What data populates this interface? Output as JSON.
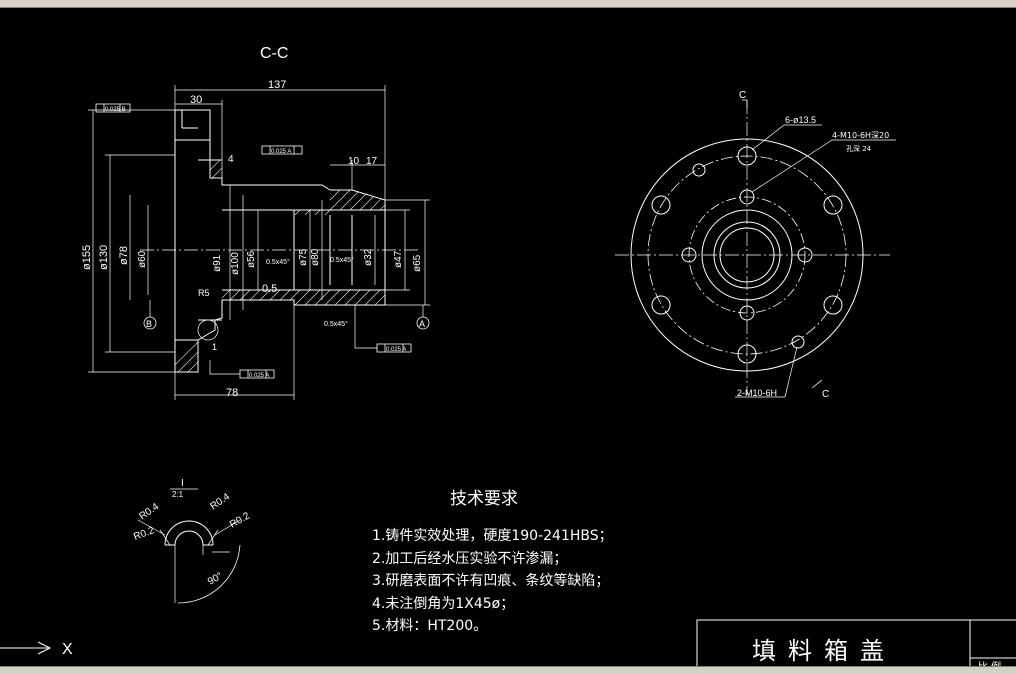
{
  "section_label": "C-C",
  "dims": {
    "d137": "137",
    "d30": "30",
    "d4": "4",
    "d10": "10",
    "d17": "17",
    "d78": "78",
    "d0_5": "0.5",
    "r5": "R5",
    "one": "1",
    "phi155": "ø155",
    "phi130": "ø130",
    "phi78": "ø78",
    "phi60": "ø60",
    "phi91": "ø91",
    "phi100": "ø100",
    "phi56": "ø56",
    "phi75": "ø75",
    "phi80": "ø80",
    "phi32": "ø32",
    "phi47": "ø47",
    "phi65": "ø65",
    "cham1": "0.5x45°",
    "cham2": "0.5x45°",
    "cham3": "0.5x45°",
    "tol_a": "0.025 B",
    "tol_b": "0.025 A",
    "tol_c": "0.025 A",
    "tol_d": "0.025 A"
  },
  "datums": {
    "a": "A",
    "b": "B"
  },
  "view": {
    "c_top": "C",
    "c_bottom": "C",
    "holes6": "6-ø13.5",
    "thread4": "4-M10-6H深20",
    "hole_depth": "孔深 24",
    "thread2": "2-M10-6H"
  },
  "detail": {
    "title": "I",
    "scale": "2:1",
    "r04a": "R0.4",
    "r04b": "R0.4",
    "r02a": "R0.2",
    "r02b": "R0.2",
    "angle": "90°"
  },
  "requirements": {
    "title": "技术要求",
    "items": [
      "1.铸件实效处理，硬度190-241HBS；",
      "2.加工后经水压实验不许渗漏；",
      "3.研磨表面不许有凹痕、条纹等缺陷；",
      "4.未注倒角为1X45ø；",
      "5.材料：HT200。"
    ]
  },
  "title_block": {
    "name": "填料箱盖",
    "scale_label": "比 例"
  },
  "ucs": {
    "x_label": "X"
  }
}
